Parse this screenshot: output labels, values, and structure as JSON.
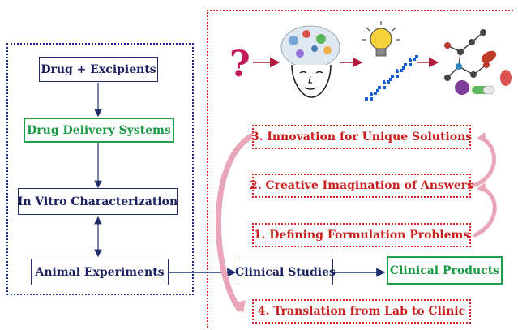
{
  "left_flow": {
    "drug_excipients": "Drug + Excipients",
    "drug_delivery": "Drug Delivery Systems",
    "in_vitro": "In Vitro Characterization",
    "animal": "Animal Experiments"
  },
  "right_flow": {
    "clinical_studies": "Clinical Studies",
    "clinical_products": "Clinical Products"
  },
  "steps": {
    "step3": "3. Innovation for Unique Solutions",
    "step2": "2. Creative Imagination of Answers",
    "step1": "1. Defining Formulation  Problems",
    "step4": "4. Translation from Lab to Clinic"
  },
  "icons": {
    "question": "?",
    "colors": {
      "navy": "#1f2d6b",
      "green": "#1ea04a",
      "red": "#d42020",
      "pink": "#e8a6b8",
      "stair": "#1a5fd0"
    }
  }
}
